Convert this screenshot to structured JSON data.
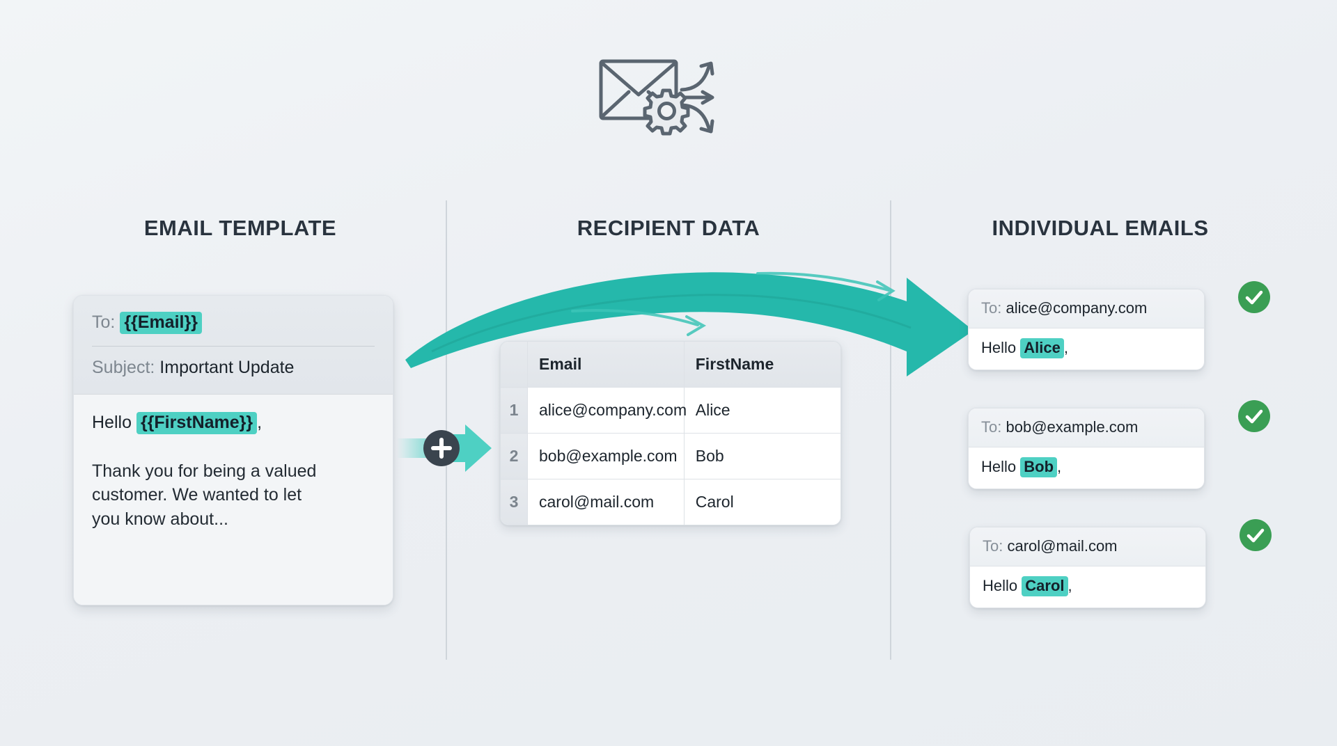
{
  "background_color": "#eef1f4",
  "accent_teal": "#4ed0c3",
  "arrow_teal": "#25b8ab",
  "success_green": "#3a9e54",
  "title_color": "#29333e",
  "header_icon": {
    "envelope_icon": "envelope-icon",
    "gear_icon": "gear-icon",
    "arrows_icon": "diverging-arrows-icon"
  },
  "columns": {
    "template_title": "EMAIL TEMPLATE",
    "data_title": "RECIPIENT DATA",
    "output_title": "INDIVIDUAL EMAILS"
  },
  "template_card": {
    "to_label": "To:",
    "to_token": "{{Email}}",
    "subject_label": "Subject:",
    "subject_value": "Important Update",
    "greeting_prefix": "Hello",
    "greeting_token": "{{FirstName}}",
    "greeting_suffix": ",",
    "body_text": "Thank you for being a valued customer. We wanted to let you know about..."
  },
  "connector": {
    "plus_label": "+",
    "icon": "plus-circle-icon",
    "arrow_icon": "right-arrow-icon"
  },
  "recipient_table": {
    "columns": [
      "",
      "Email",
      "FirstName"
    ],
    "rows": [
      {
        "num": "1",
        "email": "alice@company.com",
        "first_name": "Alice"
      },
      {
        "num": "2",
        "email": "bob@example.com",
        "first_name": "Bob"
      },
      {
        "num": "3",
        "email": "carol@mail.com",
        "first_name": "Carol"
      }
    ]
  },
  "output_cards": [
    {
      "to_label": "To:",
      "to_value": "alice@company.com",
      "greeting_prefix": "Hello",
      "name": "Alice",
      "greeting_suffix": ",",
      "badge": "check-icon"
    },
    {
      "to_label": "To:",
      "to_value": "bob@example.com",
      "greeting_prefix": "Hello",
      "name": "Bob",
      "greeting_suffix": ",",
      "badge": "check-icon"
    },
    {
      "to_label": "To:",
      "to_value": "carol@mail.com",
      "greeting_prefix": "Hello",
      "name": "Carol",
      "greeting_suffix": ",",
      "badge": "check-icon"
    }
  ]
}
